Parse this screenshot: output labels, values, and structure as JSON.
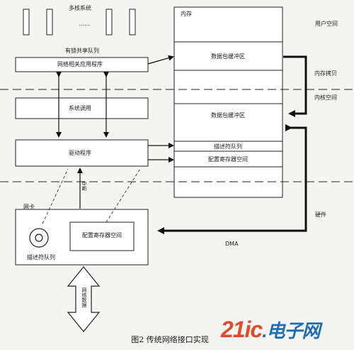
{
  "diagram": {
    "multi_core": "多核系统",
    "core_dots": "……",
    "shared_queue": "有锁共享队列",
    "net_app": "网络相关应用程序",
    "syscall": "系统调用",
    "driver": "驱动程序",
    "memory": "内存",
    "buffer_user": "数据包缓冲区",
    "buffer_kernel": "数据包缓冲区",
    "descriptor_queue": "描述符队列",
    "config_reg_space": "配置寄存器空间",
    "user_space": "用户空间",
    "memory_copy": "内存拷贝",
    "kernel_space": "内核空间",
    "interrupt": "中断",
    "nic": "网卡",
    "nic_config_reg": "配置寄存器空间",
    "nic_descriptor": "描述符队列",
    "hardware": "硬件",
    "dma": "DMA",
    "net_data": "网络数据",
    "caption": "图2  传统网络接口实现"
  },
  "watermark": {
    "part1": "21ic",
    "part2": ".电子网",
    "color1": "#e14b2a",
    "color2": "#1f6fb3"
  }
}
